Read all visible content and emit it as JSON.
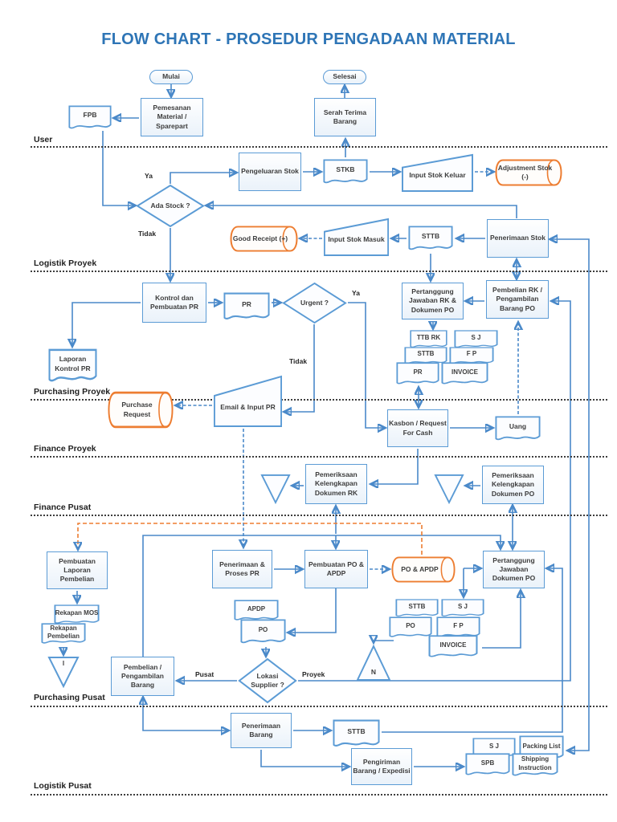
{
  "title": "FLOW CHART - PROSEDUR PENGADAAN MATERIAL",
  "colors": {
    "title_blue": "#2e75b6",
    "shape_blue": "#5b9bd5",
    "connector_blue": "#4a89c9",
    "store_orange": "#ed7d31"
  },
  "lanes": {
    "user": "User",
    "logistik_proyek": "Logistik Proyek",
    "purchasing_proyek": "Purchasing Proyek",
    "finance_proyek": "Finance Proyek",
    "finance_pusat": "Finance Pusat",
    "purchasing_pusat": "Purchasing Pusat",
    "logistik_pusat": "Logistik Pusat"
  },
  "nodes": {
    "mulai": "Mulai",
    "selesai": "Selesai",
    "pemesanan": "Pemesanan Material / Sparepart",
    "fpb": "FPB",
    "serah_terima": "Serah Terima Barang",
    "pengeluaran_stok": "Pengeluaran Stok",
    "stkb": "STKB",
    "input_stok_keluar": "Input Stok Keluar",
    "adjustment_stok": "Adjustment Stok (-)",
    "ada_stock": "Ada Stock ?",
    "good_receipt": "Good Receipt (+)",
    "input_stok_masuk": "Input Stok Masuk",
    "sttb_lp": "STTB",
    "penerimaan_stok": "Penerimaan Stok",
    "kontrol_pr": "Kontrol dan Pembuatan PR",
    "pr_doc": "PR",
    "urgent": "Urgent ?",
    "laporan_kontrol": "Laporan Kontrol PR",
    "purchase_request": "Purchase Request",
    "email_input_pr": "Email & Input PR",
    "pertanggung_rk": "Pertanggung Jawaban RK & Dokumen PO",
    "pembelian_rk": "Pembelian RK / Pengambilan Barang PO",
    "ttb_rk": "TTB RK",
    "sj_a": "S J",
    "sttb_a": "STTB",
    "fp_a": "F P",
    "pr_a": "PR",
    "invoice_a": "INVOICE",
    "kasbon": "Kasbon / Request For Cash",
    "uang": "Uang",
    "pemeriksaan_rk": "Pemeriksaan Kelengkapan Dokumen RK",
    "pemeriksaan_po": "Pemeriksaan Kelengkapan Dokumen PO",
    "pembuatan_laporan": "Pembuatan Laporan Pembelian",
    "rekapan_mos": "Rekapan MOS",
    "rekapan_pembelian": "Rekapan Pembelian",
    "arsip_i": "I",
    "penerimaan_proses_pr": "Penerimaan & Proses PR",
    "pembuatan_po": "Pembuatan PO & APDP",
    "po_apdp": "PO & APDP",
    "pertanggung_po": "Pertanggung Jawaban Dokumen PO",
    "apdp_doc": "APDP",
    "po_doc": "PO",
    "sttb_b": "STTB",
    "sj_b": "S J",
    "po_b": "PO",
    "fp_b": "F P",
    "invoice_b": "INVOICE",
    "arsip_n": "N",
    "lokasi_supplier": "Lokasi Supplier ?",
    "pembelian_pengambilan": "Pembelian / Pengambilan Barang",
    "penerimaan_barang": "Penerimaan Barang",
    "sttb_c": "STTB",
    "pengiriman": "Pengiriman Barang / Expedisi",
    "sj_c": "S J",
    "packing_list": "Packing List",
    "spb": "SPB",
    "shipping_instruction": "Shipping Instruction"
  },
  "edge_labels": {
    "ya_stock": "Ya",
    "tidak_stock": "Tidak",
    "ya_urgent": "Ya",
    "tidak_urgent": "Tidak",
    "pusat": "Pusat",
    "proyek": "Proyek"
  }
}
